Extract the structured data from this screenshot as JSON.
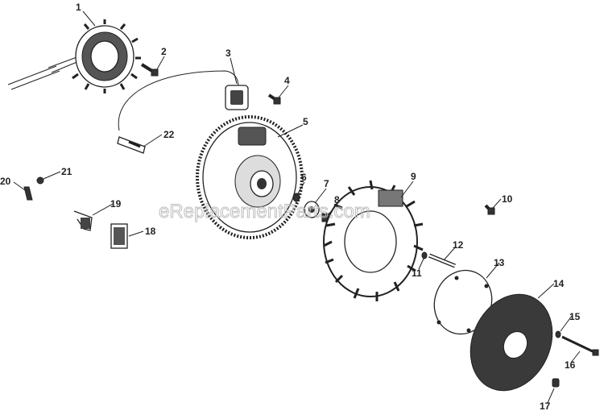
{
  "watermark": "eReplacementParts.com",
  "callouts": [
    "1",
    "2",
    "3",
    "4",
    "5",
    "6",
    "7",
    "8",
    "9",
    "10",
    "11",
    "12",
    "13",
    "14",
    "15",
    "16",
    "17",
    "18",
    "19",
    "20",
    "21",
    "22"
  ],
  "colors": {
    "ink": "#222222",
    "background": "#ffffff",
    "watermark": "#bdbdbd"
  }
}
